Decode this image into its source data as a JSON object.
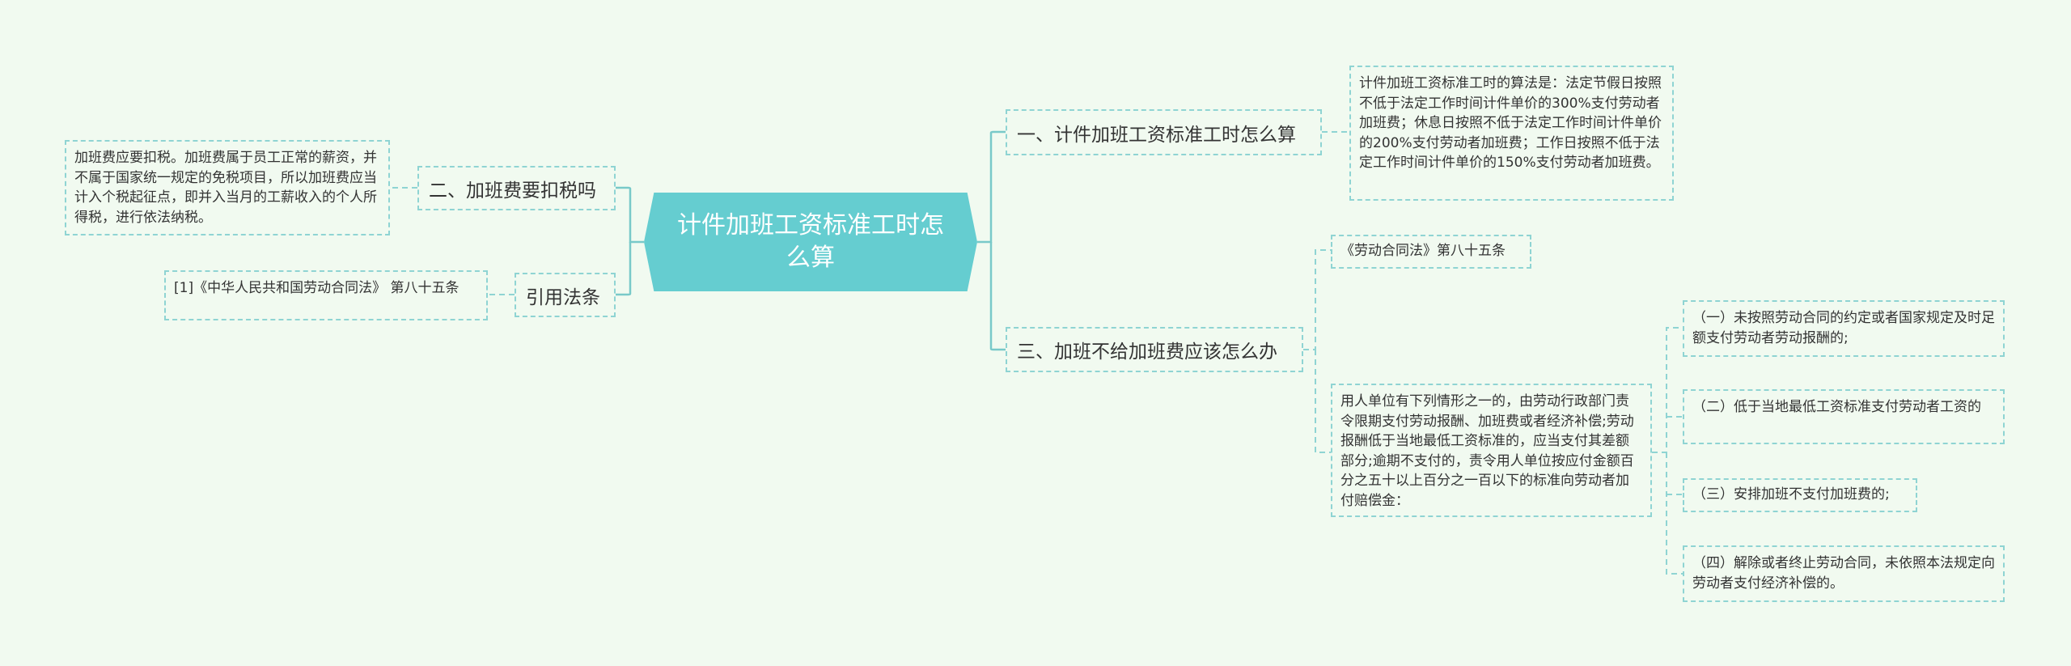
{
  "root": {
    "title": "计件加班工资标准工时怎么算"
  },
  "topics": {
    "t1": {
      "label": "一、计件加班工资标准工时怎么算",
      "detail": "计件加班工资标准工时的算法是：法定节假日按照不低于法定工作时间计件单价的300%支付劳动者加班费；休息日按照不低于法定工作时间计件单价的200%支付劳动者加班费；工作日按照不低于法定工作时间计件单价的150%支付劳动者加班费。"
    },
    "t2": {
      "label": "二、加班费要扣税吗",
      "detail": "加班费应要扣税。加班费属于员工正常的薪资，并不属于国家统一规定的免税项目，所以加班费应当计入个税起征点，即并入当月的工薪收入的个人所得税，进行依法纳税。"
    },
    "t3": {
      "label": "三、加班不给加班费应该怎么办",
      "law_ref": "《劳动合同法》第八十五条",
      "detail": "用人单位有下列情形之一的，由劳动行政部门责令限期支付劳动报酬、加班费或者经济补偿;劳动报酬低于当地最低工资标准的，应当支付其差额部分;逾期不支付的，责令用人单位按应付金额百分之五十以上百分之一百以下的标准向劳动者加付赔偿金：",
      "items": [
        "（一）未按照劳动合同的约定或者国家规定及时足额支付劳动者劳动报酬的;",
        "（二）低于当地最低工资标准支付劳动者工资的",
        "（三）安排加班不支付加班费的;",
        "（四）解除或者终止劳动合同，未依照本法规定向劳动者支付经济补偿的。"
      ]
    },
    "t4": {
      "label": "引用法条",
      "detail": "[1]《中华人民共和国劳动合同法》 第八十五条"
    }
  },
  "colors": {
    "root_fill": "#65cdd0",
    "border": "#8fd4d3",
    "line": "#79c9c9",
    "background": "#f1faf0"
  }
}
